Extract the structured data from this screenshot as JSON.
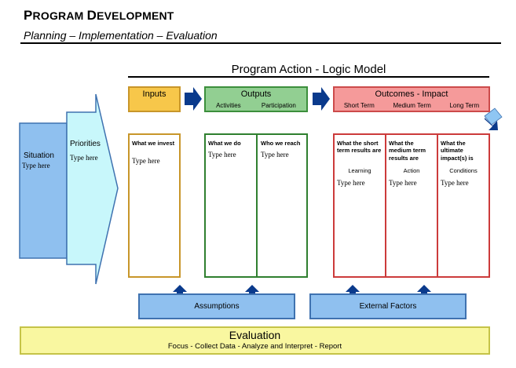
{
  "header": {
    "title_first": "P",
    "title_rest": "ROGRAM ",
    "title_first2": "D",
    "title_rest2": "EVELOPMENT",
    "subtitle": "Planning – Implementation – Evaluation"
  },
  "logic_model": {
    "title": "Program Action - Logic Model",
    "inputs": {
      "label": "Inputs",
      "cell_head": "What we invest",
      "placeholder": "Type here"
    },
    "outputs": {
      "label": "Outputs",
      "sub_activities": "Activities",
      "sub_participation": "Participation",
      "col1_head": "What we do",
      "col1_placeholder": "Type here",
      "col2_head": "Who we reach",
      "col2_placeholder": "Type here"
    },
    "outcomes": {
      "label": "Outcomes - Impact",
      "sub_short": "Short Term",
      "sub_medium": "Medium Term",
      "sub_long": "Long Term",
      "col1_head": "What the short term results are",
      "col1_sub": "Learning",
      "col1_placeholder": "Type here",
      "col2_head": "What the medium term results are",
      "col2_sub": "Action",
      "col2_placeholder": "Type here",
      "col3_head": "What the ultimate impact(s) is",
      "col3_sub": "Conditions",
      "col3_placeholder": "Type here"
    }
  },
  "situation": {
    "label": "Situation",
    "placeholder": "Type here"
  },
  "priorities": {
    "label": "Priorities",
    "placeholder": "Type here"
  },
  "assumptions": {
    "label": "Assumptions"
  },
  "external_factors": {
    "label": "External Factors"
  },
  "evaluation": {
    "title": "Evaluation",
    "subtitle": "Focus - Collect Data - Analyze and Interpret - Report"
  },
  "colors": {
    "inputs": "#f7c74a",
    "outputs": "#92cf92",
    "outcomes": "#f59a9a",
    "situation": "#8fc0ef",
    "priorities": "#c8f7fb",
    "arrows": "#0a3a8c",
    "evaluation": "#f9f7a0"
  }
}
